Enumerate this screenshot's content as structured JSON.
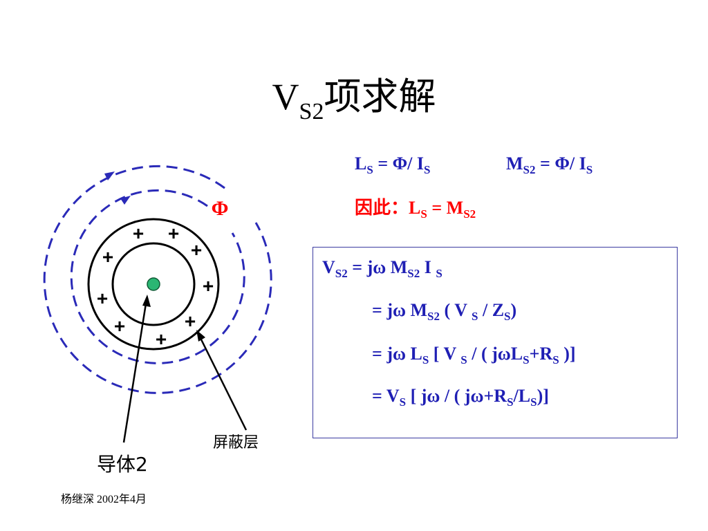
{
  "title": {
    "main": "V",
    "sub": "S2",
    "suffix": "项求解"
  },
  "equations": {
    "ls_def": {
      "L": "L",
      "S": "S",
      "rest": " = Φ/ I",
      "S2": "S"
    },
    "ms2_def": {
      "M": "M",
      "S2": "S2",
      "rest": " = Φ/ I",
      "S": "S"
    },
    "therefore": {
      "prefix": "因此：",
      "L": "L",
      "S": "S",
      "eq": " =  M",
      "S2": "S2"
    }
  },
  "box": {
    "line1": {
      "a": "V",
      "a_sub": "S2",
      "b": "  =  jω  M",
      "b_sub": "S2",
      "c": " I ",
      "c_sub": "S"
    },
    "line2": {
      "a": "=  jω M",
      "a_sub": "S2",
      "b": "  ( V ",
      "b_sub": "S",
      "c": " / Z",
      "c_sub": "S",
      "d": ")"
    },
    "line3": {
      "a": "=  jω L",
      "a_sub": "S",
      "b": "  [ V ",
      "b_sub": "S",
      "c": " / ( jωL",
      "c_sub": "S",
      "d": "+R",
      "d_sub": "S",
      "e": " )]"
    },
    "line4": {
      "a": "=  V",
      "a_sub": "S",
      "b": "  [ jω / ( jω+R",
      "b_sub": "S",
      "c": "/L",
      "c_sub": "S",
      "d": ")]"
    }
  },
  "diagram": {
    "phi_label": "Φ",
    "plus_sign": "+",
    "shield_label": "屏蔽层",
    "conductor_label": "导体2",
    "dash_color": "#2a2ab8",
    "center_color": "#2bb673",
    "phi_color": "#ff0000"
  },
  "footer": "杨继深  2002年4月"
}
